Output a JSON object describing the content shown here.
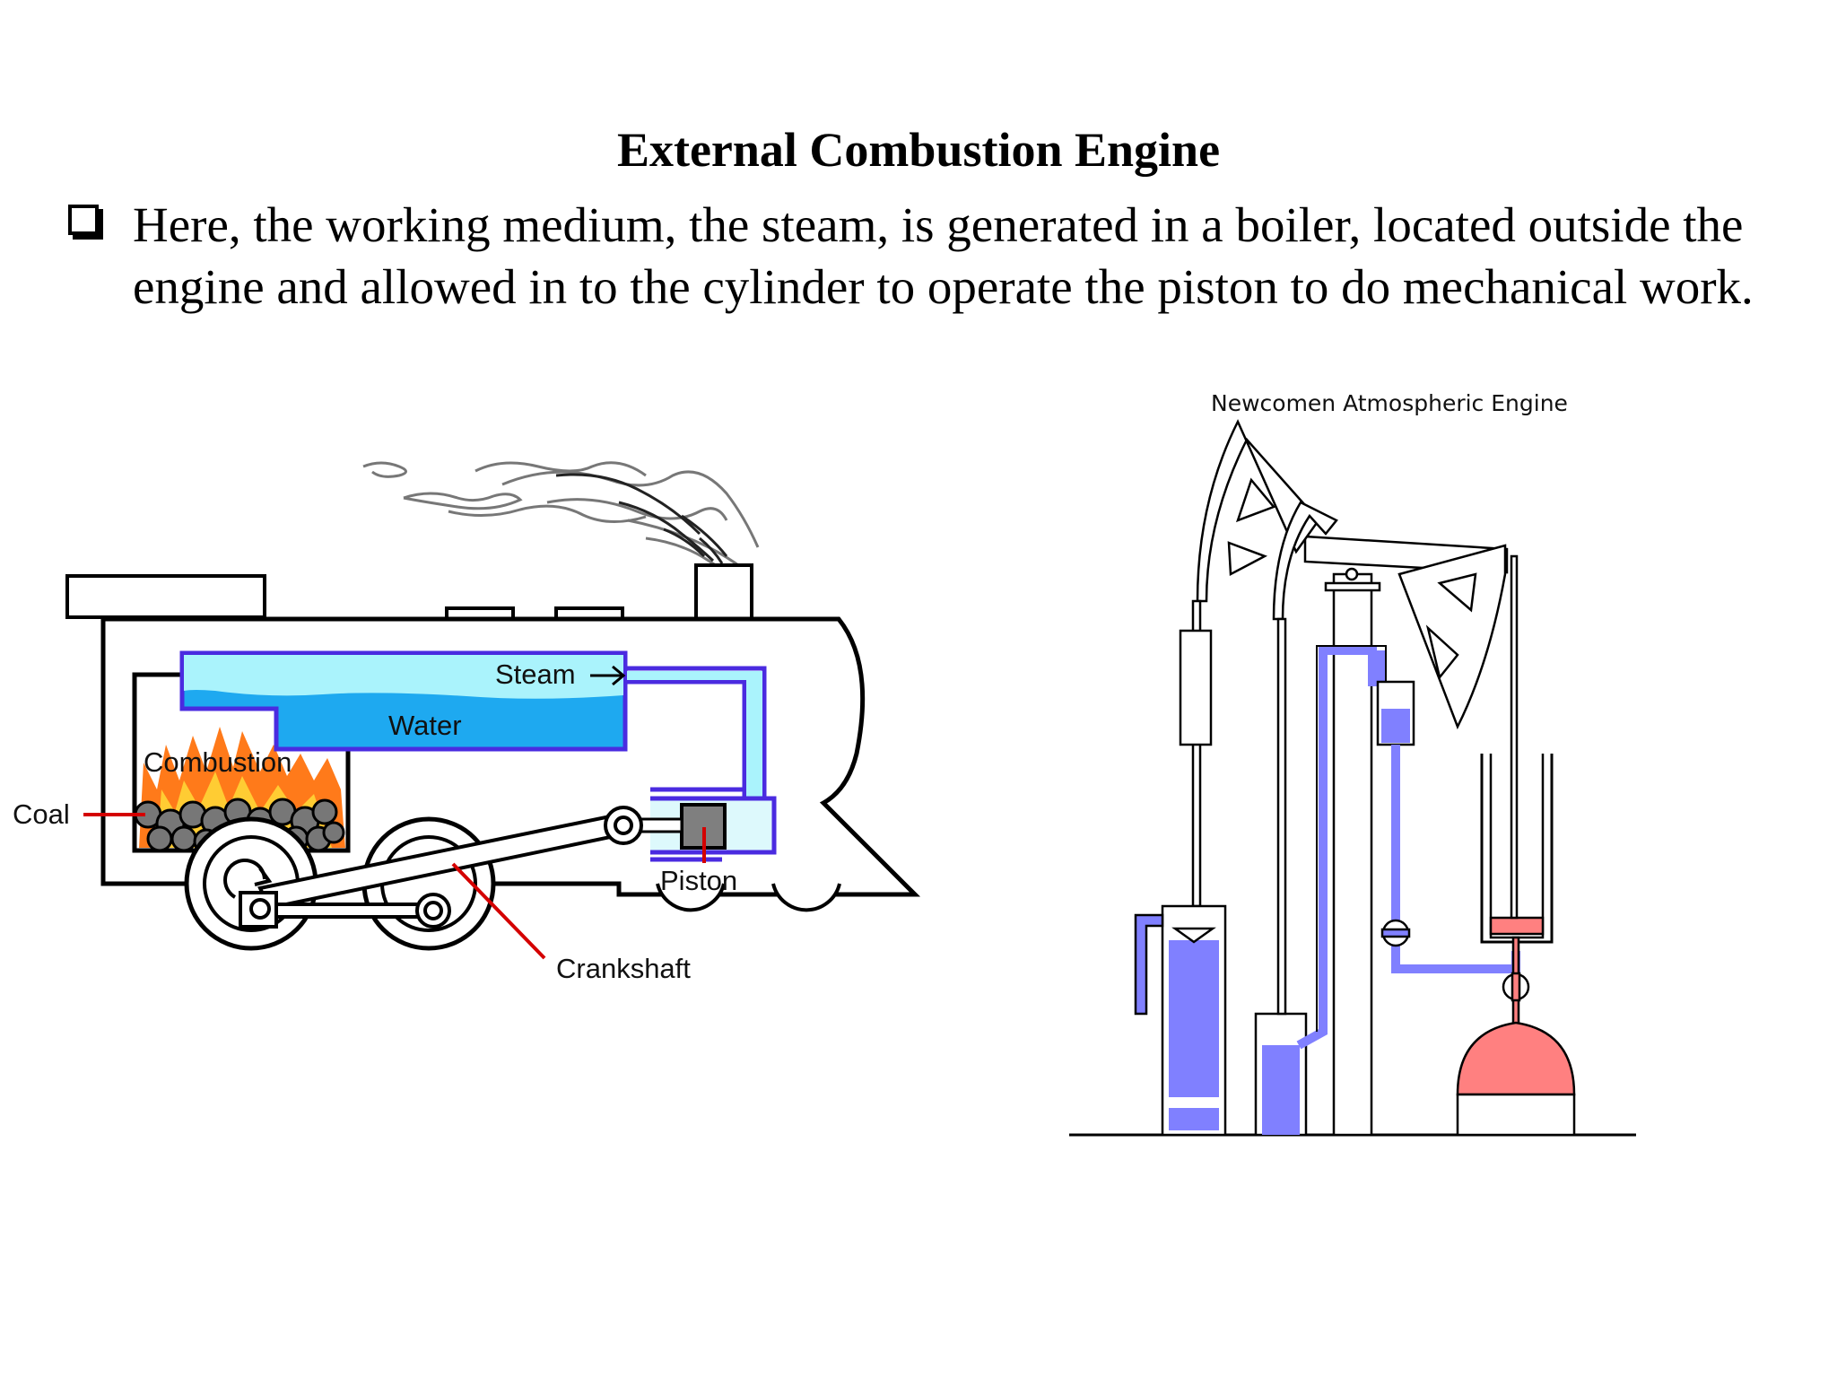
{
  "slide": {
    "title": "External Combustion Engine",
    "bullet": "Here, the working medium, the steam, is generated in a boiler, located outside the engine and allowed in to the cylinder to operate the piston to do mechanical work."
  },
  "locomotive_diagram": {
    "labels": {
      "steam": "Steam",
      "water": "Water",
      "combustion": "Combustion",
      "coal": "Coal",
      "piston": "Piston",
      "crankshaft": "Crankshaft"
    },
    "colors": {
      "steam": "#aaf3fc",
      "water": "#1ea9f0",
      "pipe": "#4a2be0",
      "fire": "#ff7a1a",
      "pointer": "#d40000"
    }
  },
  "newcomen_diagram": {
    "title": "Newcomen Atmospheric Engine",
    "colors": {
      "water": "#8080ff",
      "boiler": "#ff8080"
    }
  }
}
